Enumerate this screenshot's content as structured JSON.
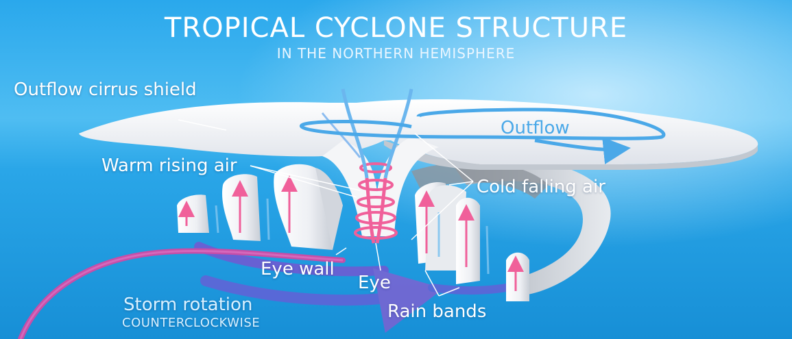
{
  "title": "TROPICAL CYCLONE STRUCTURE",
  "subtitle": "IN THE NORTHERN HEMISPHERE",
  "labels": {
    "outflow_cirrus_shield": "Outflow cirrus shield",
    "outflow": "Outflow",
    "warm_rising_air": "Warm rising air",
    "cold_falling_air": "Cold falling air",
    "eye_wall": "Eye wall",
    "eye": "Eye",
    "rain_bands": "Rain bands",
    "storm_rotation": "Storm rotation",
    "rotation_direction": "COUNTERCLOCKWISE"
  },
  "colors": {
    "ocean": "#1f9de3",
    "cloud": "#f2f4f7",
    "warm_air": "#f0609a",
    "cold_air": "#7cc3ef",
    "rotation_arrow": "#c64ea8",
    "outflow_arrow": "#4aa8e8"
  }
}
